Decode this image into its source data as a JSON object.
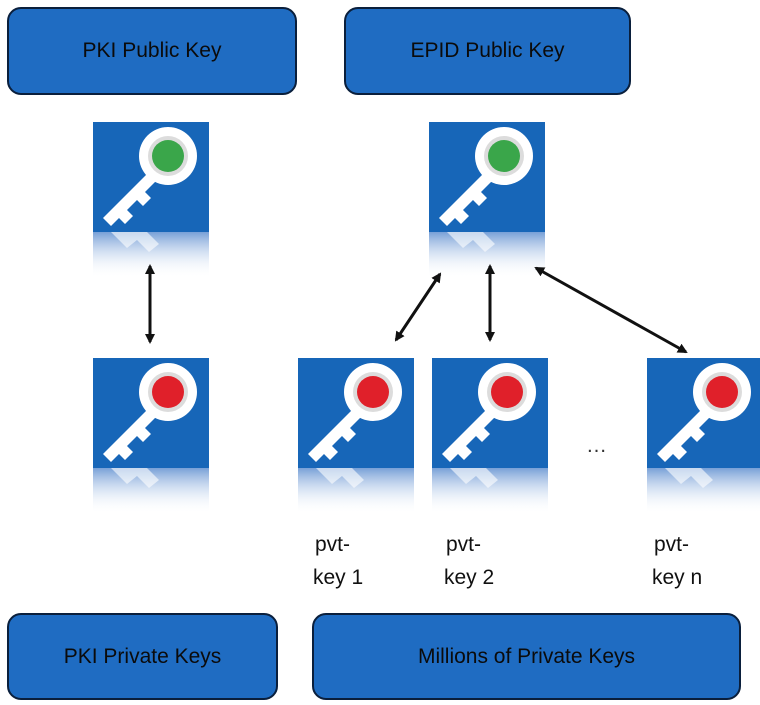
{
  "boxes": {
    "pki_public": "PKI Public Key",
    "epid_public": "EPID Public Key",
    "pki_private": "PKI Private Keys",
    "millions_private": "Millions of Private Keys"
  },
  "labels": {
    "pvt1": [
      "pvt-",
      "key 1"
    ],
    "pvt2": [
      "pvt-",
      "key 2"
    ],
    "pvtn": [
      "pvt-",
      "key n"
    ],
    "ellipsis": "…"
  },
  "colors": {
    "box_fill": "#1f6cc2",
    "key_bg": "#1766b8",
    "public_dot": "#3aa64a",
    "private_dot": "#e0202a"
  },
  "icons": {
    "public_key": "key-icon-green",
    "private_key": "key-icon-red"
  }
}
